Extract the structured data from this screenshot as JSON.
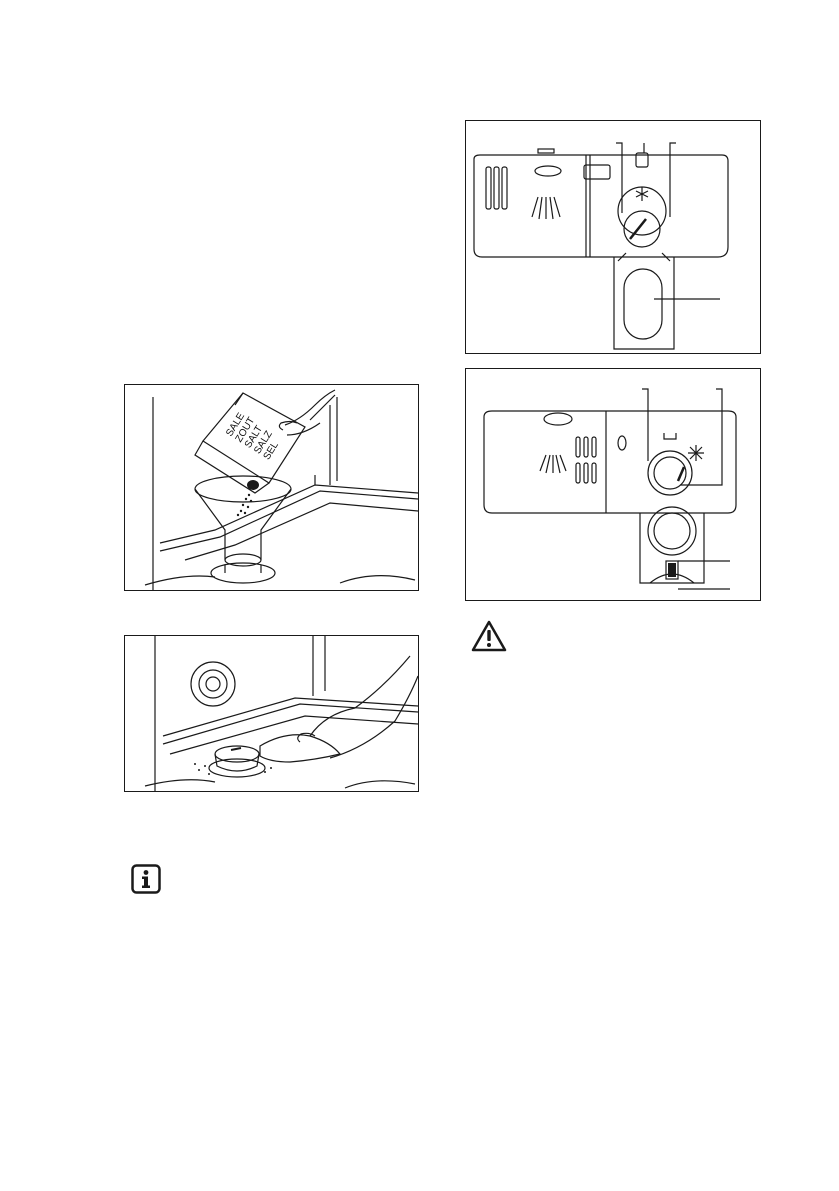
{
  "figures": {
    "salt_pour": {
      "box_text": [
        "SALE",
        "ZOUT",
        "SALT",
        "SALZ",
        "SEL"
      ]
    }
  },
  "icons": {
    "info": "info-icon",
    "warning": "warning-triangle-icon"
  },
  "colors": {
    "line": "#1a1a1a",
    "background": "#ffffff"
  }
}
